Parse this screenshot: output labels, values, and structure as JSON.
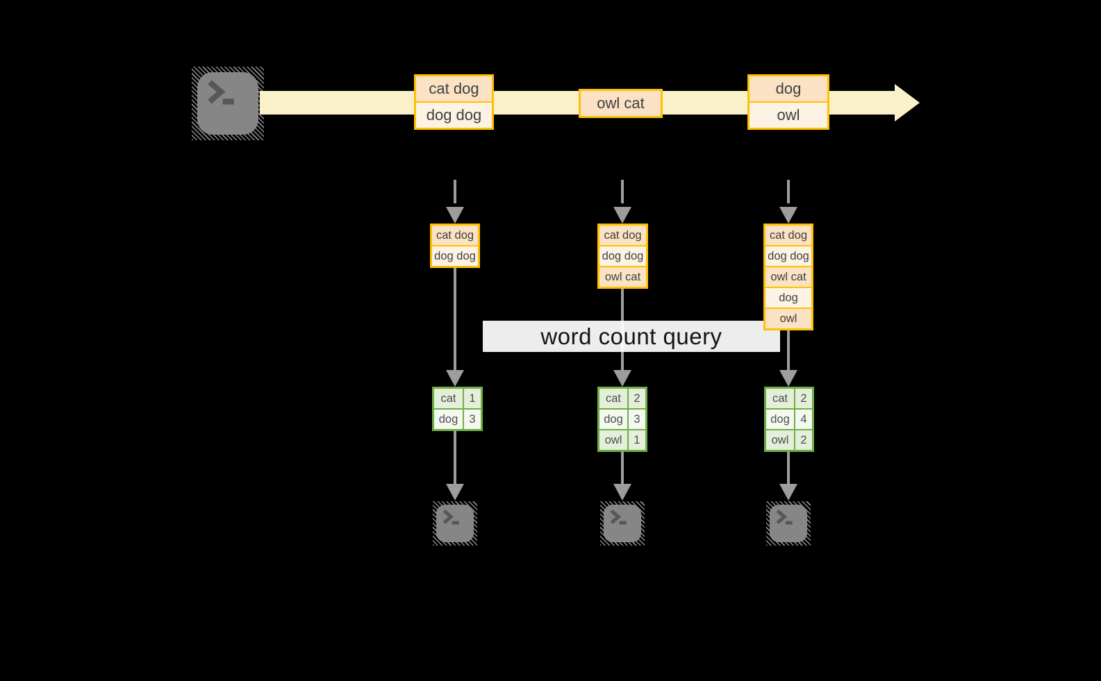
{
  "banner": {
    "label": "word count query"
  },
  "stream": {
    "source_icon": "terminal-icon",
    "events": [
      {
        "lines": [
          "cat dog",
          "dog dog"
        ]
      },
      {
        "lines": [
          "owl cat"
        ]
      },
      {
        "lines": [
          "dog",
          "owl"
        ]
      }
    ]
  },
  "columns": [
    {
      "buffer": [
        "cat dog",
        "dog dog"
      ],
      "counts": [
        {
          "word": "cat",
          "count": "1"
        },
        {
          "word": "dog",
          "count": "3"
        }
      ],
      "sink_icon": "terminal-icon"
    },
    {
      "buffer": [
        "cat dog",
        "dog dog",
        "owl cat"
      ],
      "counts": [
        {
          "word": "cat",
          "count": "2"
        },
        {
          "word": "dog",
          "count": "3"
        },
        {
          "word": "owl",
          "count": "1"
        }
      ],
      "sink_icon": "terminal-icon"
    },
    {
      "buffer": [
        "cat dog",
        "dog dog",
        "owl cat",
        "dog",
        "owl"
      ],
      "counts": [
        {
          "word": "cat",
          "count": "2"
        },
        {
          "word": "dog",
          "count": "4"
        },
        {
          "word": "owl",
          "count": "2"
        }
      ],
      "sink_icon": "terminal-icon"
    }
  ],
  "colors": {
    "bg": "#000000",
    "band": "#faf1ca",
    "gold": "#ffc000",
    "peach": "#fbe2c4",
    "cream": "#fdf3e4",
    "green": "#70ad47",
    "gcell": "#e3efd9",
    "gcell-lt": "#f4f9f0",
    "arrow": "#9d9d9d",
    "term": "#868686",
    "glyph": "#575757",
    "hatch": "#8d8d8d",
    "ink": "#3f3f3f",
    "ink2": "#4d4d4d",
    "banner-ink": "#141414"
  }
}
